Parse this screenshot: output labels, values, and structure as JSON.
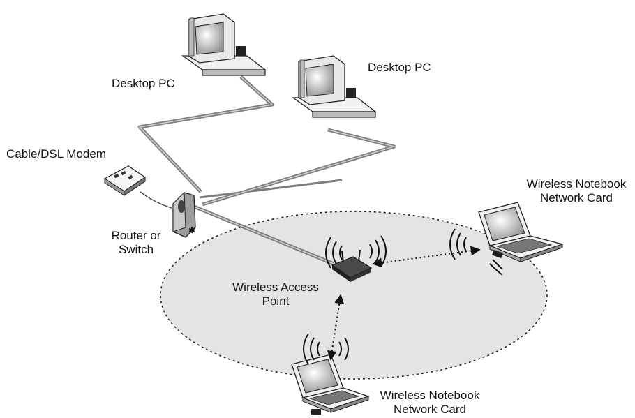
{
  "labels": {
    "desktop_pc_1": "Desktop PC",
    "desktop_pc_2": "Desktop PC",
    "modem": "Cable/DSL Modem",
    "router_line1": "Router or",
    "router_line2": "Switch",
    "access_point_line1": "Wireless Access",
    "access_point_line2": "Point",
    "notebook_right_line1": "Wireless Notebook",
    "notebook_right_line2": "Network Card",
    "notebook_bottom_line1": "Wireless Notebook",
    "notebook_bottom_line2": "Network Card"
  },
  "icons": {
    "desktop": "desktop-pc-icon",
    "modem": "modem-icon",
    "router": "router-icon",
    "access_point": "wireless-access-point-icon",
    "notebook": "notebook-icon",
    "signal": "wireless-signal-icon"
  },
  "colors": {
    "coverage_fill": "#e4e4e4",
    "cable": "#8a8a8a",
    "outline": "#222222"
  }
}
